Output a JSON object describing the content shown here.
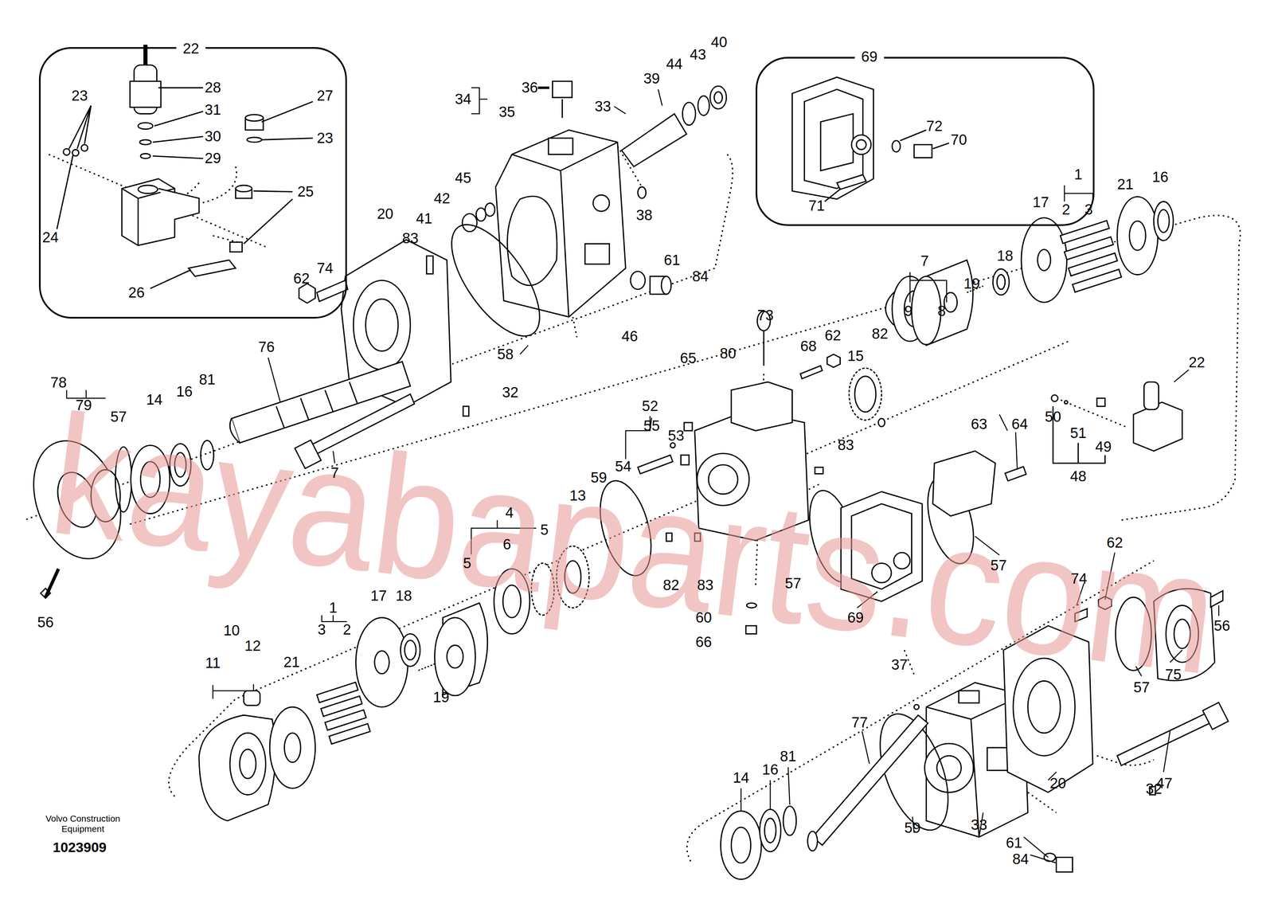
{
  "diagram": {
    "nodes": [
      {
        "text": [
          "22",
          "28",
          "31",
          "30",
          "29",
          "23",
          "27",
          "23",
          "25",
          "24",
          "26"
        ]
      },
      {
        "text": [
          "69",
          "72",
          "70",
          "71"
        ]
      }
    ],
    "labels": [
      "36",
      "34",
      "35",
      "33",
      "39",
      "44",
      "43",
      "40",
      "38",
      "45",
      "42",
      "41",
      "20",
      "83",
      "62",
      "74",
      "61",
      "84",
      "46",
      "58",
      "76",
      "32",
      "78",
      "79",
      "57",
      "14",
      "16",
      "81",
      "7",
      "56",
      "1",
      "2",
      "3",
      "21",
      "16",
      "17",
      "7",
      "9",
      "8",
      "19",
      "18",
      "73",
      "65",
      "80",
      "68",
      "62",
      "15",
      "82",
      "52",
      "55",
      "53",
      "54",
      "83",
      "22",
      "50",
      "51",
      "49",
      "48",
      "63",
      "64",
      "59",
      "13",
      "4",
      "6",
      "5",
      "5",
      "57",
      "82",
      "83",
      "57",
      "69",
      "60",
      "66",
      "10",
      "11",
      "12",
      "1",
      "3",
      "2",
      "21",
      "17",
      "18",
      "19",
      "74",
      "62",
      "56",
      "37",
      "75",
      "57",
      "77",
      "14",
      "16",
      "81",
      "47",
      "20",
      "32",
      "59",
      "33",
      "61",
      "84",
      "Volvo Construction Equipment",
      "1023909",
      "kayabaparts.com"
    ]
  }
}
